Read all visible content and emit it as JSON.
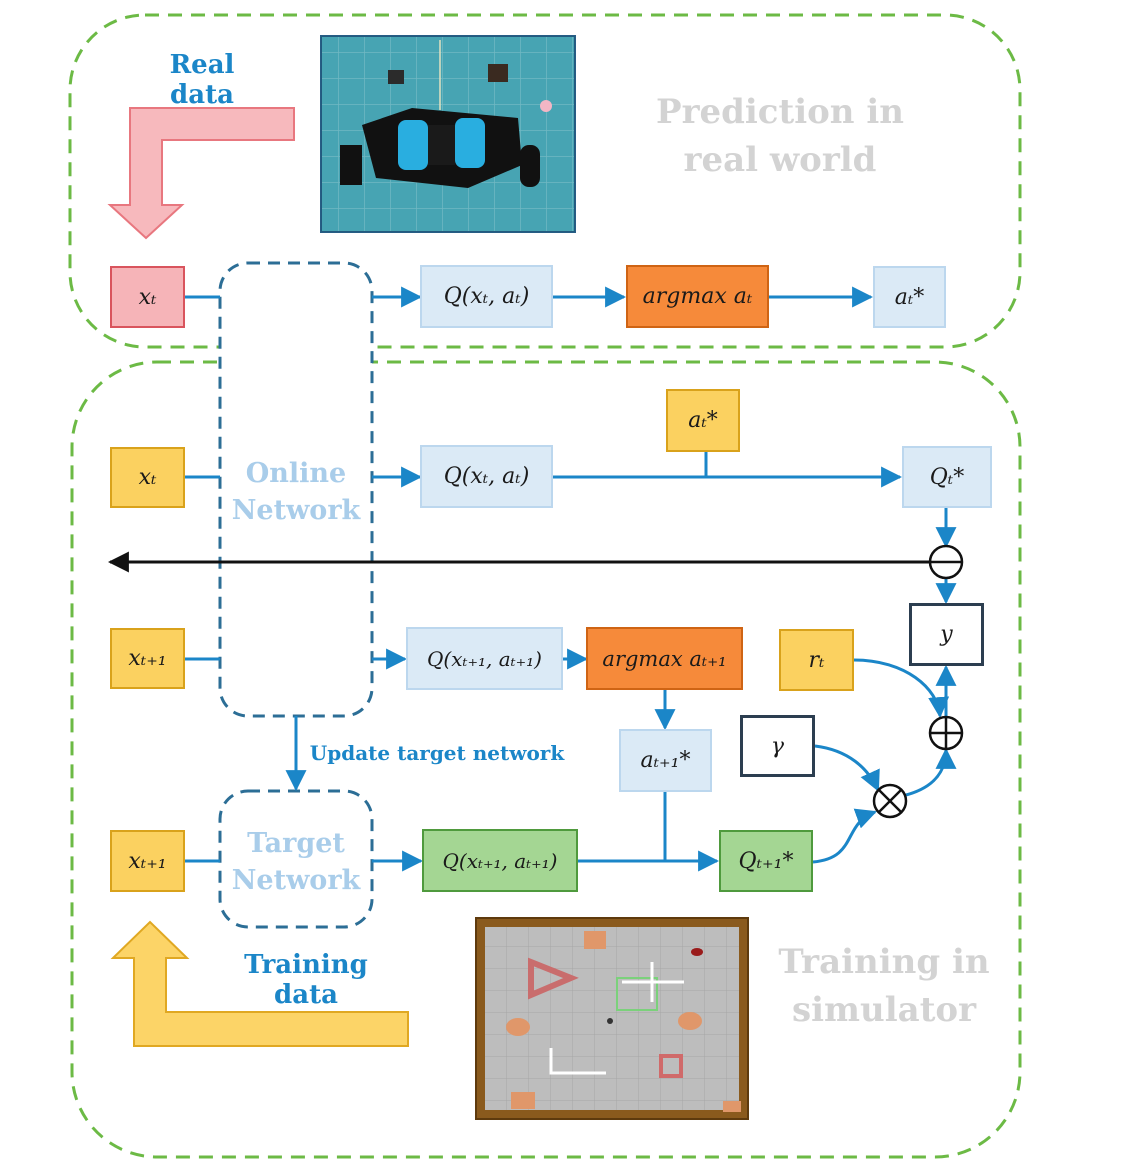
{
  "sections": {
    "real_title": "Prediction in real world",
    "sim_title": "Training in simulator"
  },
  "labels": {
    "real_data": "Real data",
    "training_data": "Training data",
    "update_target": "Update target network",
    "online_network": "Online Network",
    "target_network": "Target Network"
  },
  "boxes": {
    "real_xt": "xₜ",
    "real_q": "Q(xₜ, aₜ)",
    "real_argmax": "argmax aₜ",
    "real_astar": "aₜ*",
    "sim_xt": "xₜ",
    "sim_q": "Q(xₜ, aₜ)",
    "sim_astar": "aₜ*",
    "sim_qstar": "Qₜ*",
    "sim_xt1_a": "xₜ₊₁",
    "sim_q1": "Q(xₜ₊₁, aₜ₊₁)",
    "sim_argmax1": "argmax aₜ₊₁",
    "sim_rt": "rₜ",
    "sim_y": "y",
    "sim_gamma": "γ",
    "sim_astar1": "aₜ₊₁*",
    "sim_xt1_b": "xₜ₊₁",
    "sim_q_target": "Q(xₜ₊₁, aₜ₊₁)",
    "sim_qstar1": "Qₜ₊₁*"
  },
  "operators": {
    "minus": "⊖",
    "plus": "⊕",
    "times": "⊗"
  },
  "colors": {
    "arrow_blue": "#1b86c8",
    "dashed_green": "#6cba45",
    "real_data_arrow": "#f7b9bd",
    "training_data_arrow": "#fcd467"
  }
}
